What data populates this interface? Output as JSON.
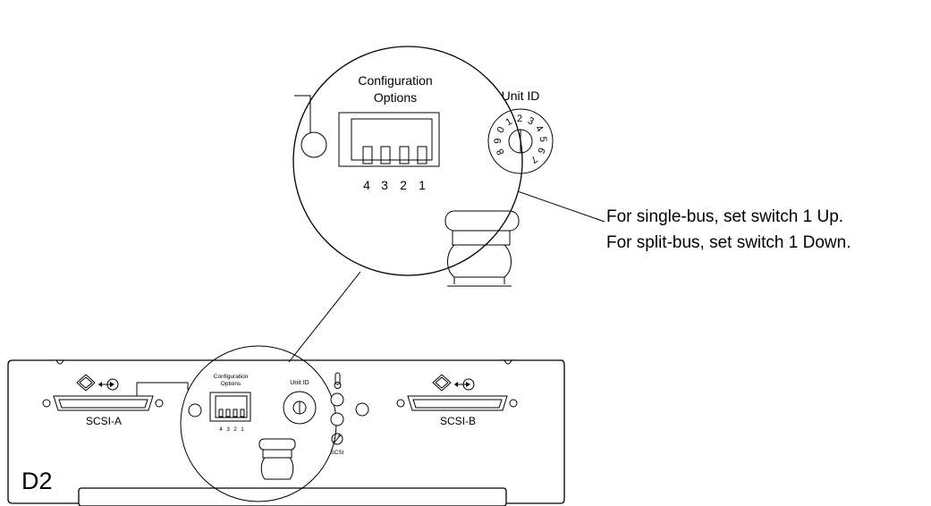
{
  "zoom": {
    "config_label_line1": "Configuration",
    "config_label_line2": "Options",
    "unit_id_label": "Unit ID",
    "switch_numbers": [
      "4",
      "3",
      "2",
      "1"
    ],
    "dial_digits": [
      "8",
      "9",
      "0",
      "1",
      "2",
      "3",
      "4",
      "5",
      "6",
      "7"
    ]
  },
  "callout": {
    "line1": "For single-bus, set switch 1 Up.",
    "line2": "For split-bus, set switch 1 Down."
  },
  "panel": {
    "label": "D2",
    "port_a": "SCSI-A",
    "port_b": "SCSI-B",
    "config_label_line1": "Configuration",
    "config_label_line2": "Options",
    "unit_id_label": "Unit ID",
    "scsi_led_label": "SCSI",
    "switch_numbers": [
      "4",
      "3",
      "2",
      "1"
    ]
  },
  "icons": [
    "diamond-icon",
    "scsi-arrow-icon",
    "thermometer-icon",
    "scsi-activity-icon"
  ]
}
